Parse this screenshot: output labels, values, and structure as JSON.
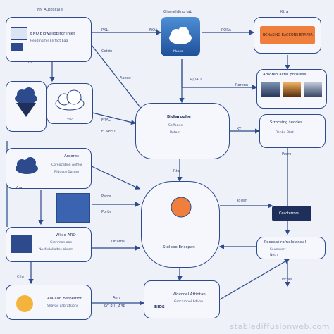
{
  "nodes": {
    "top_left_box": {
      "title": "FN Autoscale",
      "lines": [
        "ENO Biowallobitor Inlet",
        "Reading for Elsfact bag"
      ]
    },
    "top_center_box": {
      "title": "Giwnelding lab",
      "caption": "hkoos"
    },
    "top_right_box": {
      "title": "Ktra",
      "bar_label": "RCHASINO BACCONE BRAPER"
    },
    "left_cloud_box": {
      "caption": "Yalo"
    },
    "center_top_node": {
      "title": "Bidlaroghe",
      "lines": [
        "Soffoane",
        "Bataln"
      ]
    },
    "right_images_box": {
      "title": "Amoren acfal prcoress"
    },
    "right_mid_box": {
      "title": "Strocsing teodes",
      "lines": [
        "Renbe Btot"
      ]
    },
    "left_mid_box": {
      "title": "Aroores",
      "lines": [
        "Coreocation Aofflor",
        "Ridusco 1bsnm"
      ]
    },
    "center_circle_node": {
      "label": "Stelpee Enscpan"
    },
    "right_dark_badge": {
      "title": "Ceacterrors"
    },
    "left_lower_box": {
      "title": "Wikid ARO",
      "lines": [
        "Grenmon aoe",
        "Nasforlalloltns bhrem"
      ]
    },
    "right_lower_box": {
      "title": "Pecesat rafnelelaneal",
      "lines": [
        "Soumnerr",
        "Noth"
      ]
    },
    "bottom_left_box": {
      "title": "Alalaun beroemon",
      "lines": [
        "Sllavas cabratsions"
      ]
    },
    "bottom_center_box": {
      "title": "Wovcoel Attintan",
      "lines": [
        "Grocaronel bdl-on"
      ],
      "logo_text": "BIOS"
    }
  },
  "edge_labels": {
    "l1": "PKL",
    "l2": "FiOA",
    "l3": "PORA",
    "l4": "Cctrin",
    "l5": "Apcoc",
    "l6": "FRAL",
    "l7": "FORSST",
    "l8": "P/I/AO",
    "l9": "KY",
    "l10": "Rorenn",
    "l11": "Rtal",
    "l12": "Patre",
    "l13": "Tolerr",
    "l14": "Drlarbs",
    "l15": "PC RIL, A3P",
    "l16": "Porbs",
    "l17": "Aen",
    "l18": "Koa",
    "l19": "Hcors",
    "l20": "Bt",
    "l21": "Prere",
    "l22": "Ciin"
  },
  "watermark": "stablediffusionweb.com",
  "colors": {
    "stroke": "#2c4a8c",
    "orange": "#f07e3c",
    "node_fill": "#f5f7fc",
    "background": "#eef1f7"
  }
}
